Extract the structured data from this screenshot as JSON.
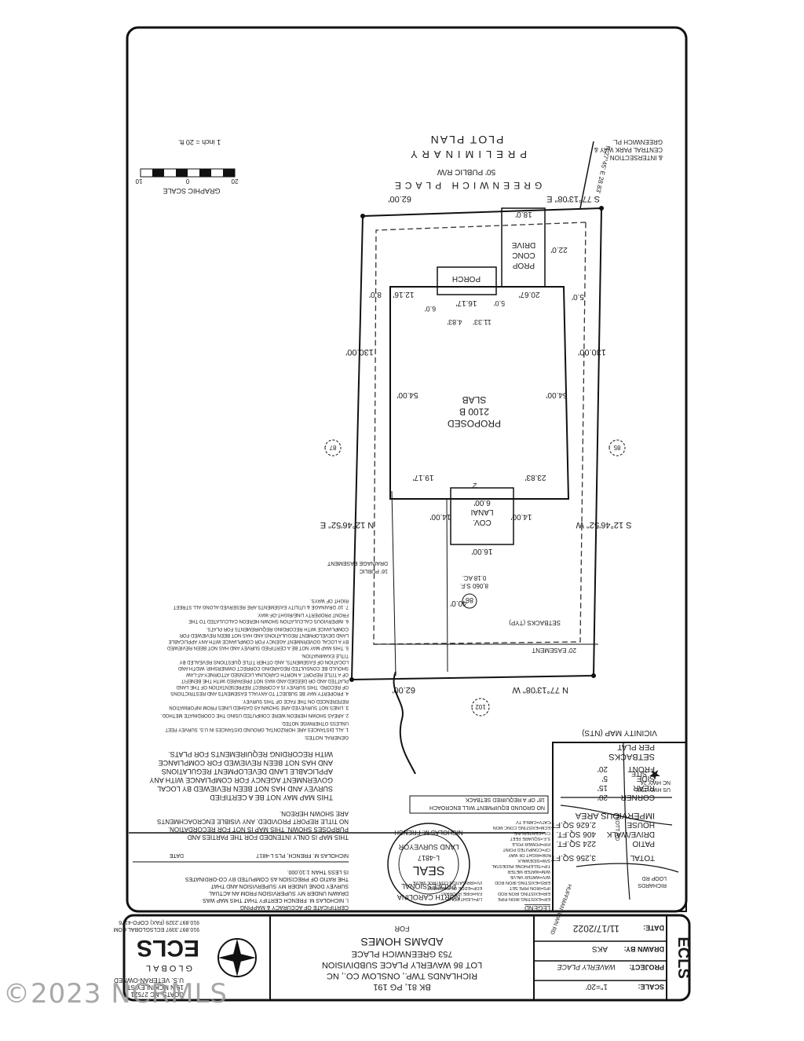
{
  "watermark": "©2023 NCRMLS",
  "title_block": {
    "company_name": "ECLS",
    "company_sub": "GLOBAL",
    "company_lines": [
      "U.S. VETERAN-OWNED",
      "19 N MCKINLEY ST",
      "COATS, NC 27521",
      "910.897.3397 ECLSGLOBAL.COM",
      "910.897.2329 (FAX) COFO-4176"
    ],
    "for_label": "FOR",
    "client": "ADAMS HOMES",
    "address": "753 GREENWICH PLACE",
    "lot": "LOT 86 WAVERLY PLACE SUBDIVISION",
    "township": "RICHLANDS TWP., ONSLOW CO., NC",
    "book": "BK 81, PG 191",
    "date_label": "DATE:",
    "date": "11/17/2022",
    "scale_label": "SCALE:",
    "scale": "1\"=20'",
    "drawn_label": "DRAWN BY:",
    "drawn": "AKS",
    "project_label": "PROJECT:",
    "project": "WAVERLY PLACE",
    "side_tag": "ECLS"
  },
  "plan": {
    "title1": "PRELIMINARY",
    "title2": "PLOT PLAN",
    "street": "GREENWICH PLACE",
    "row": "50' PUBLIC R/W",
    "scale_text": "1 inch = 20 ft.",
    "graphic_scale": "GRAPHIC SCALE",
    "scale_ticks": [
      "10",
      "0",
      "20"
    ],
    "intersection_note": [
      "& INTERSECTION",
      "CENTRAL PARK WAY &",
      "GREENWICH PL."
    ],
    "tie_line": "N 27°45' E 28.83'",
    "bearing_top": "S 77°13'08\" E",
    "dist_top": "62.00'",
    "bearing_bottom": "N 77°13'08\" W",
    "dist_bottom": "62.00'",
    "bearing_left": "S 12°46'52\" W",
    "bearing_right": "N 12°46'52\" E",
    "dist_side": "130.00'",
    "lot_number": "86",
    "lot_area": "8,060 S.F.",
    "lot_acres": "0.18 AC.",
    "adj_left": "85",
    "adj_right": "87",
    "adj_bottom": "102",
    "house_label": [
      "PROPOSED",
      "2100 B",
      "SLAB"
    ],
    "house_depth": "54.00'",
    "porch": "PORCH",
    "drive": [
      "PROP",
      "CONC",
      "DRIVE"
    ],
    "lanai": [
      "COV.",
      "LANAI"
    ],
    "dims": [
      "18.0'",
      "22.0'",
      "5.0'",
      "20.67'",
      "16.17'",
      "12.16'",
      "8.0'",
      "5.0'",
      "6.0'",
      "4.83'",
      "11.33'",
      "2'",
      "23.83'",
      "19.17'",
      "14.00'",
      "14.00'",
      "6.00'",
      "16.00'",
      "40.0'"
    ],
    "setbacks_typ": "SETBACKS (TYP)",
    "easement_20": "20' EASEMENT",
    "drainage": [
      "16' PUBLIC",
      "DRAINAGE EASEMENT"
    ]
  },
  "setbacks": {
    "title": "SETBACKS",
    "subtitle": "PER PLAT",
    "rows": [
      [
        "FRONT",
        "20'"
      ],
      [
        "SIDE",
        "5'"
      ],
      [
        "REAR",
        "15'"
      ],
      [
        "CORNER",
        "20'"
      ]
    ],
    "note": [
      "NO GROUND EQUIPMENT WILL ENCROACH",
      "18\" OF A REQUIRED SETBACK"
    ]
  },
  "impervious": {
    "title": "IMPERVIOUS AREA",
    "rows": [
      [
        "HOUSE",
        "2,626 SQ.FT."
      ],
      [
        "DRIVE/WALK",
        "406 SQ.FT."
      ],
      [
        "PATIO",
        "224 SQ.FT."
      ],
      [
        "TOTAL",
        "3,256 SQ.FT."
      ]
    ]
  },
  "vicinity": {
    "title": "VICINITY MAP (NTS)",
    "site": "SITE",
    "roads": [
      "US HWY 258/",
      "NC HWY 24",
      "TROTT RD",
      "RICHARDS",
      "LOOP RD",
      "HUFFMANTOWN RD"
    ]
  },
  "legend": {
    "title": "LEGEND",
    "items": [
      "EIP=EXISTING IRON PIPE",
      "EIR=EXISTING IRON ROD",
      "IPS=IRON PIPE SET",
      "EIRS=EXISTING IRON ROD",
      "W/V=WATER VALVE",
      "W/M=WATER METER",
      "T/P=TELEPHONE PEDESTAL",
      "S/W=SIDEWALK",
      "R/W=RIGHT OF WAY",
      "CP=COMPUTED POINT",
      "P/P=POWER POLE",
      "S.F.=SQUARE FEET",
      "C/L=CENTERLINE",
      "ECM=EXISTING CONC MON",
      "CATV=CABLE TV",
      "L/P=LIGHT POLE",
      "F/H=FIRE HYDRANT",
      "EOP=EDGE OF PAVEMENT",
      "I/V=IRRIGATION CONTROL VALVE"
    ]
  },
  "surveyor": {
    "cert_title": "CERTIFICATE OF ACCURACY & MAPPING",
    "cert_lines": [
      "I, NICHOLAS M. FRENCH CERTIFY THAT THIS MAP WAS",
      "DRAWN UNDER MY SUPERVISION FROM AN ACTUAL",
      "SURVEY DONE UNDER MY SUPERVISION AND THAT",
      "THE RATIO OF PRECISION AS COMPUTED BY CO-ORDINATES",
      "IS LESS THAN 1:10,000."
    ],
    "signature": "NICHOLAS M. FRENCH, PLS L-4817",
    "date_label": "DATE",
    "seal": [
      "NORTH CAROLINA",
      "PROFESSIONAL",
      "SEAL",
      "L-4817",
      "LAND SURVEYOR",
      "NICHOLAS M. FRENCH"
    ],
    "disclaimer": [
      "THIS MAP IS ONLY INTENDED FOR THE PARTIES AND",
      "PURPOSES SHOWN. THIS MAP IS NOT FOR RECORDATION.",
      "NO TITLE REPORT PROVIDED. ANY VISIBLE ENCROACHMENTS",
      "ARE SHOWN HEREON.",
      "THIS MAP MAY NOT BE A CERTIFIED",
      "SURVEY AND HAS NOT BEEN REVIEWED BY LOCAL",
      "GOVERNMENT AGENCY FOR COMPLIANCE WITH ANY",
      "APPLICABLE LAND DEVELOPMENT REGULATIONS",
      "AND HAS NOT BEEN REVIEWED FOR COMPLIANCE",
      "WITH RECORDING REQUIREMENTS FOR PLATS."
    ]
  },
  "general_notes": {
    "title": "GENERAL NOTES:",
    "lines": [
      "1. ALL DISTANCES ARE HORIZONTAL GROUND DISTANCES IN U.S. SURVEY FEET",
      "UNLESS OTHERWISE NOTED.",
      "2. AREAS SHOWN HEREON WERE COMPUTED USING THE COORDINATE METHOD.",
      "3. LINES NOT SURVEYED ARE SHOWN AS DASHED LINES FROM INFORMATION",
      "REFERENCED ON THE FACE OF THIS SURVEY.",
      "4. PROPERTY MAY BE SUBJECT TO ANY/ALL EASEMENTS AND RESTRICTIONS",
      "OF RECORD. THIS SURVEY IS A CORRECT REPRESENTATION OF THE LAND",
      "PLATTED AND OR DEEDED AND WAS NOT PREPARED WITH THE BENEFIT",
      "OF A TITLE REPORT. A NORTH CAROLINA LICENSED ATTORNEY-AT-LAW",
      "SHOULD BE CONSULTED REGARDING CORRECT OWNERSHIP, WIDTH AND",
      "LOCATION OF EASEMENTS, AND OTHER TITLE QUESTIONS REVEALED BY",
      "TITLE EXAMINATION.",
      "5. THIS MAP MAY NOT BE A CERTIFIED SURVEY AND HAS NOT BEEN REVIEWED",
      "BY A LOCAL GOVERNMENT AGENCY FOR COMPLIANCE WITH ANY APPLICABLE",
      "LAND DEVELOPMENT REGULATIONS AND HAS NOT BEEN REVIEWED FOR",
      "COMPLIANCE WITH RECORDING REQUIREMENTS FOR PLATS.",
      "6. IMPERVIOUS CALCULATION SHOWN HEREON CALCULATED TO THE",
      "FRONT PROPERTY LINE/RIGHT-OF-WAY.",
      "7. 10' DRAINAGE & UTILITY EASEMENTS ARE RESERVED ALONG ALL STREET",
      "RIGHT OF WAYS."
    ]
  }
}
